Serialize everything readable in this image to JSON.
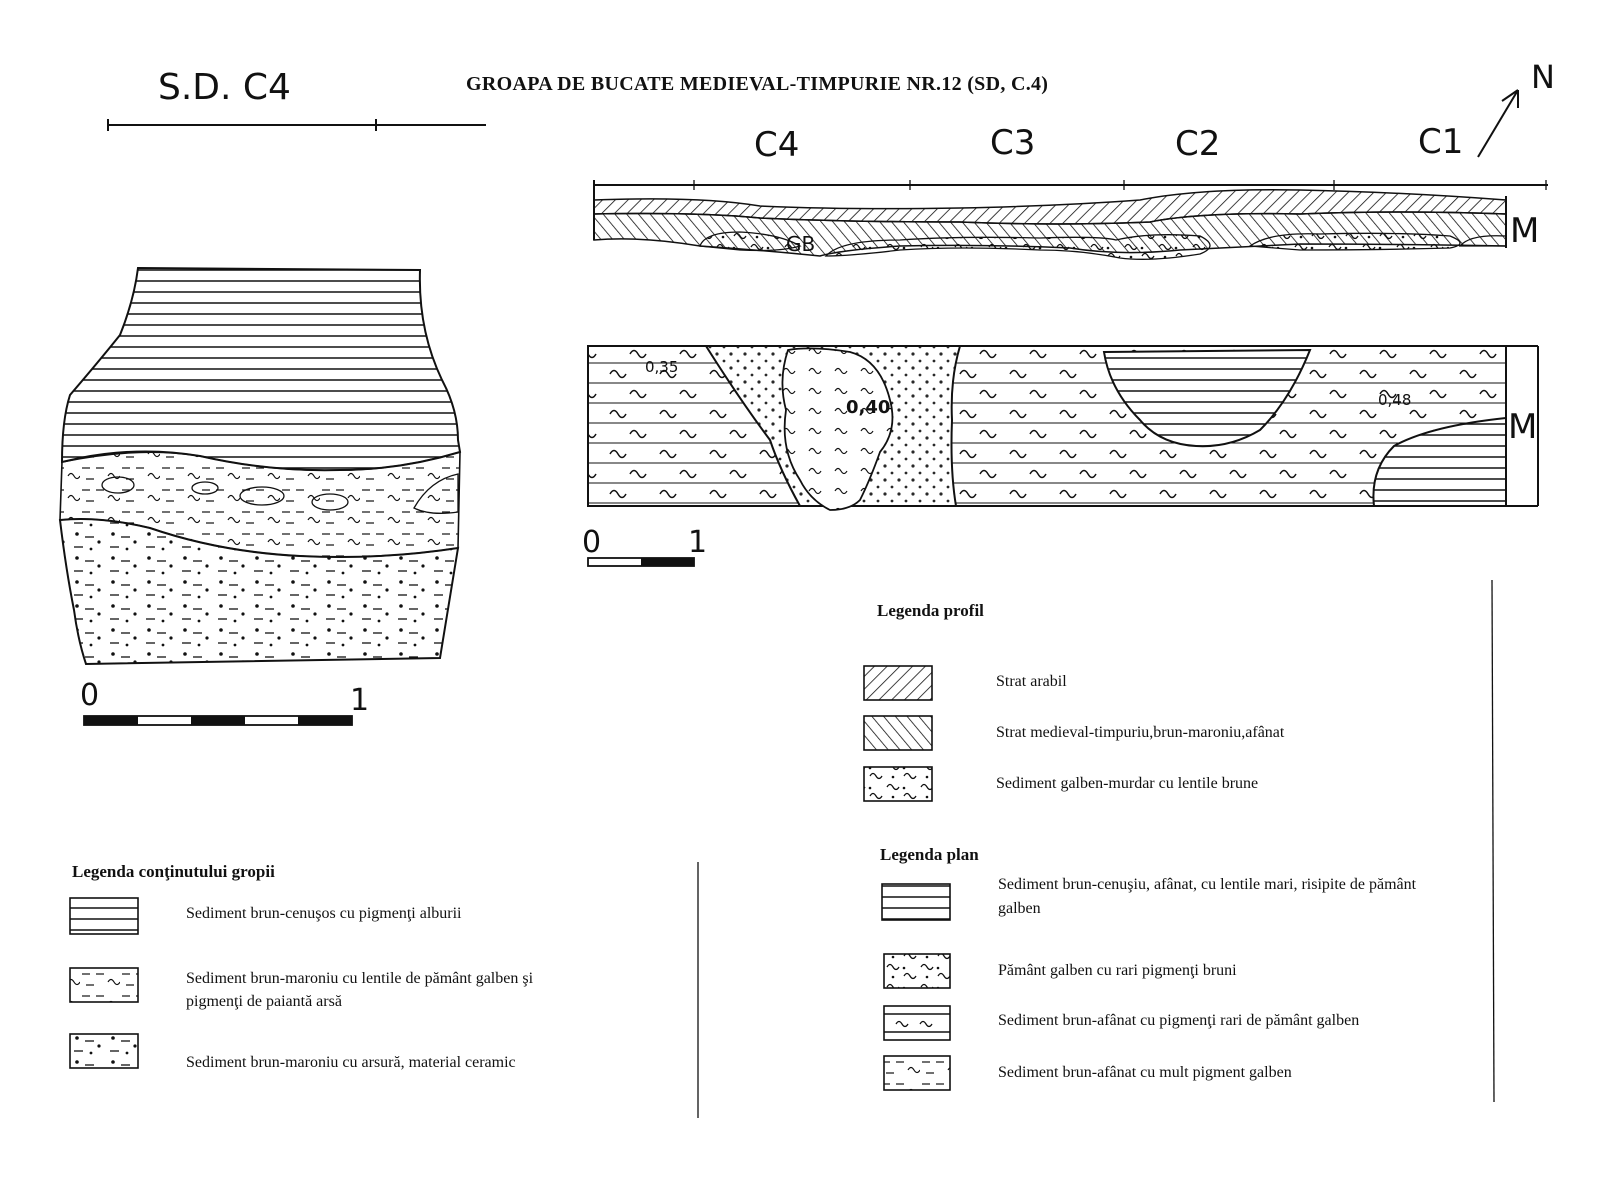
{
  "plan": {
    "label": "S.D. C4",
    "scale": {
      "start": "0",
      "end": "1"
    }
  },
  "title": "GROAPA DE BUCATE MEDIEVAL-TIMPURIE NR.12 (SD, C.4)",
  "north_label": "N",
  "section_labels": [
    "C4",
    "C3",
    "C2",
    "C1"
  ],
  "profile": {
    "marker": "M",
    "pit_label": "GB"
  },
  "plan_strip": {
    "marker": "M",
    "depths": [
      "0,35",
      "0,40",
      "0,48"
    ],
    "scale": {
      "start": "0",
      "end": "1"
    }
  },
  "legend_profil": {
    "title": "Legenda profil",
    "items": [
      {
        "pattern": "diagonal-right",
        "label": "Strat arabil"
      },
      {
        "pattern": "diagonal-left",
        "label": "Strat medieval-timpuriu,brun-maroniu,afânat"
      },
      {
        "pattern": "tilde-dots",
        "label": "Sediment galben-murdar cu lentile brune"
      }
    ]
  },
  "legend_plan": {
    "title": "Legenda plan",
    "items": [
      {
        "pattern": "horizontal-lines",
        "label_line1": "Sediment brun-cenuşiu, afânat, cu lentile mari, risipite de pământ",
        "label_line2": "galben"
      },
      {
        "pattern": "tilde-dots",
        "label_line1": "Pământ galben cu rari pigmenţi bruni",
        "label_line2": ""
      },
      {
        "pattern": "lined-tilde",
        "label_line1": "Sediment brun-afânat cu pigmenţi rari de pământ galben",
        "label_line2": ""
      },
      {
        "pattern": "tilde-dash",
        "label_line1": "Sediment brun-afânat cu mult pigment galben",
        "label_line2": ""
      }
    ]
  },
  "legend_continut": {
    "title": "Legenda conţinutului gropii",
    "items": [
      {
        "pattern": "horizontal-lines",
        "label_line1": "Sediment brun-cenuşos cu pigmenţi alburii",
        "label_line2": ""
      },
      {
        "pattern": "tilde-dash",
        "label_line1": "Sediment brun-maroniu cu lentile de pământ galben şi",
        "label_line2": "pigmenţi de paiantă arsă"
      },
      {
        "pattern": "dots-dash",
        "label_line1": "Sediment brun-maroniu cu arsură, material ceramic",
        "label_line2": ""
      }
    ]
  }
}
